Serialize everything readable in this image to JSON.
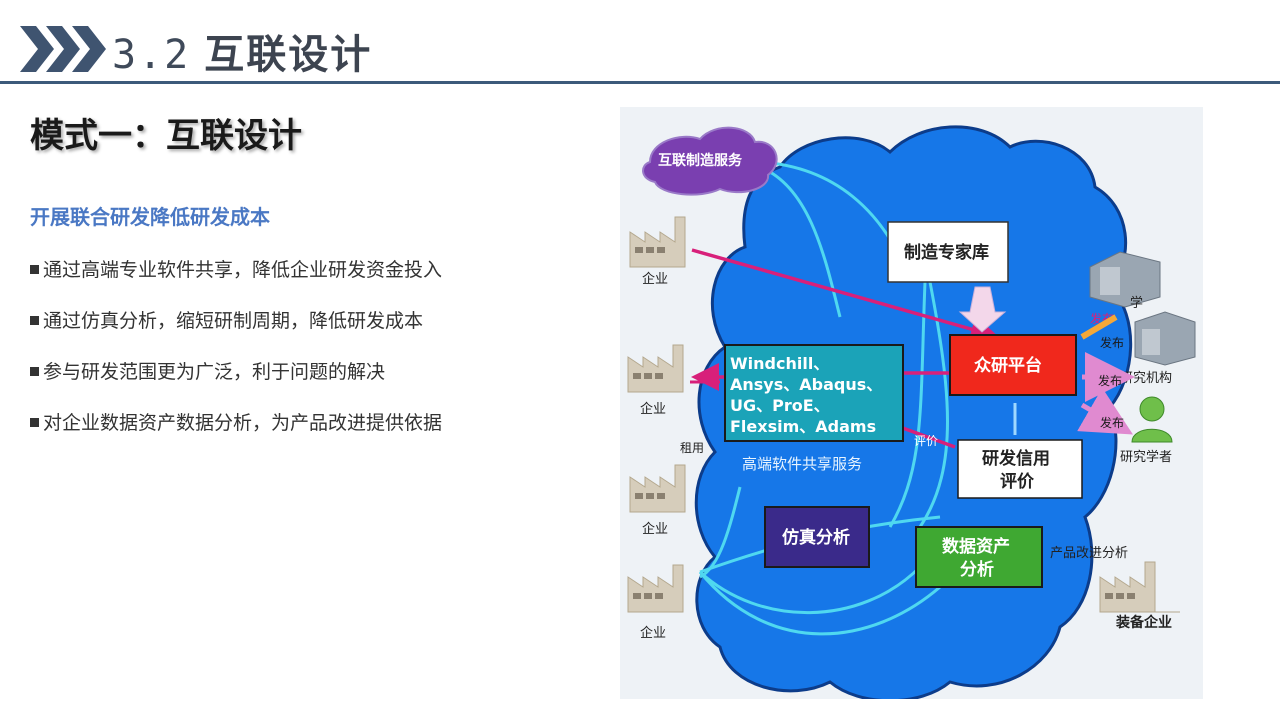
{
  "header": {
    "section_number": "3.2",
    "title": "互联设计"
  },
  "mode_title": "模式一：互联设计",
  "subheading": "开展联合研发降低研发成本",
  "bullets": [
    "通过高端专业软件共享，降低企业研发资金投入",
    "通过仿真分析，缩短研制周期，降低研发成本",
    "参与研发范围更为广泛，利于问题的解决",
    "对企业数据资产数据分析，为产品改进提供依据"
  ],
  "diagram": {
    "cloud_label": "互联制造服务",
    "expert_db": "制造专家库",
    "platform": "众研平台",
    "software_lines": [
      "Windchill、",
      "Ansys、Abaqus、",
      "UG、ProE、",
      "Flexsim、Adams"
    ],
    "software_service": "高端软件共享服务",
    "credit_lines": [
      "研发信用",
      "评价"
    ],
    "simulation": "仿真分析",
    "data_asset_lines": [
      "数据资产",
      "分析"
    ],
    "enterprise": "企业",
    "equipment_enterprise": "装备企业",
    "university": "学",
    "research_institute": "研究机构",
    "researcher": "研究学者",
    "publish": "发布",
    "rent": "租用",
    "evaluate": "评价",
    "product_improvement": "产品改进分析"
  }
}
